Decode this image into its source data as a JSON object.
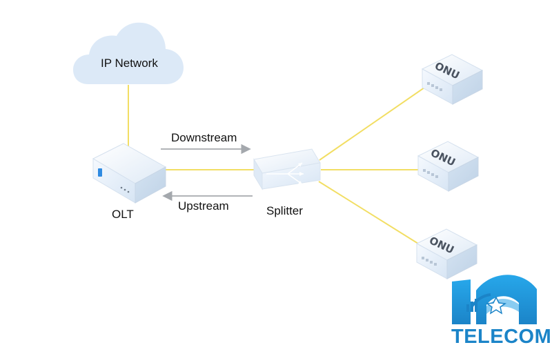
{
  "diagram": {
    "nodes": {
      "cloud": {
        "label": "IP Network"
      },
      "olt": {
        "label": "OLT"
      },
      "splitter": {
        "label": "Splitter"
      },
      "onus": [
        {
          "label": "ONU"
        },
        {
          "label": "ONU"
        },
        {
          "label": "ONU"
        }
      ]
    },
    "flows": {
      "downstream": "Downstream",
      "upstream": "Upstream"
    }
  },
  "logo": {
    "text": "TELECOM",
    "mark": "HN",
    "colors": {
      "primary": "#1b84c8",
      "accent": "#7cc6f0"
    }
  },
  "colors": {
    "fiber": "#f2de63",
    "arrow": "#a4a8ad",
    "device_face": "#e8f1fb",
    "device_side": "#c7d8eb",
    "device_top": "#f4f8fd",
    "cloud": "#dce9f7"
  }
}
